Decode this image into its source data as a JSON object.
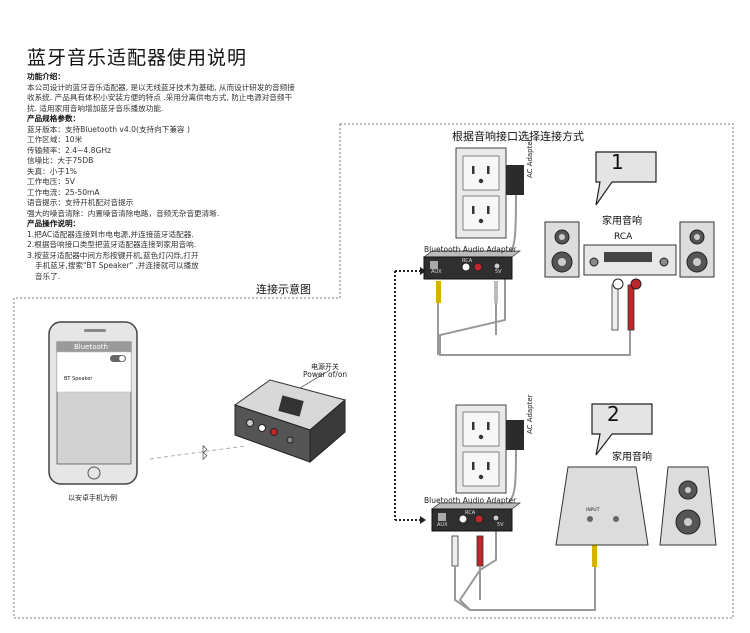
{
  "title": "蓝牙音乐适配器使用说明",
  "intro": {
    "func_heading": "功能介绍：",
    "func_text": "本公司设计的蓝牙音乐适配器, 是以无线蓝牙技术为基础, 从而设计研发的音频接收系统. 产品具有体积小安装方便的特点 .采用分离供电方式, 防止电源对音频干扰. 适用家用音响增加蓝牙音乐播放功能.",
    "spec_heading": "产品规格参数：",
    "specs": [
      "蓝牙版本：支持Bluetooth v4.0(支持向下兼容 )",
      "工作区域：10米",
      "传输频率：2.4~4.8GHz",
      "信噪比：大于75DB",
      "失真：小于1%",
      "工作电压：5V",
      "工作电流：25-50mA",
      "语音提示：支持开机配对音提示",
      "强大的噪音清除：内置噪音清除电路，音频无杂音更清晰."
    ],
    "ops_heading": "产品操作说明：",
    "ops": [
      "1.把AC适配器连接到市电电源,并连接蓝牙适配器.",
      "2.根据音响接口类型把蓝牙适配器连接到家用音响.",
      "3.按蓝牙适配器中间方形按键开机,蓝色灯闪烁,打开",
      "手机蓝牙,搜索\"BT Speaker\" ,并连接就可以播放",
      "音乐了."
    ]
  },
  "diagram": {
    "connection_caption": "连接示意图",
    "select_caption": "根据音响接口选择连接方式",
    "ac_adapter": "AC Adapter",
    "adapter_label": "Bluetooth Audio Adapter",
    "port_aux": "AUX",
    "port_rca": "RCA",
    "port_5v": "5V",
    "box1_number": "1",
    "box2_number": "2",
    "speaker1_label": "家用音响",
    "speaker1_sub": "RCA",
    "speaker2_label": "家用音响",
    "speaker2_input": "INPUT",
    "power_label_cn": "电源开关",
    "power_label_en": "Power of/on",
    "phone_bluetooth": "Bluetooth",
    "phone_device": "BT Speaker",
    "phone_caption": "以安卓手机为例"
  },
  "colors": {
    "red": "#c0272d",
    "dark": "#2b2b2b",
    "grey": "#bfbfbf"
  }
}
